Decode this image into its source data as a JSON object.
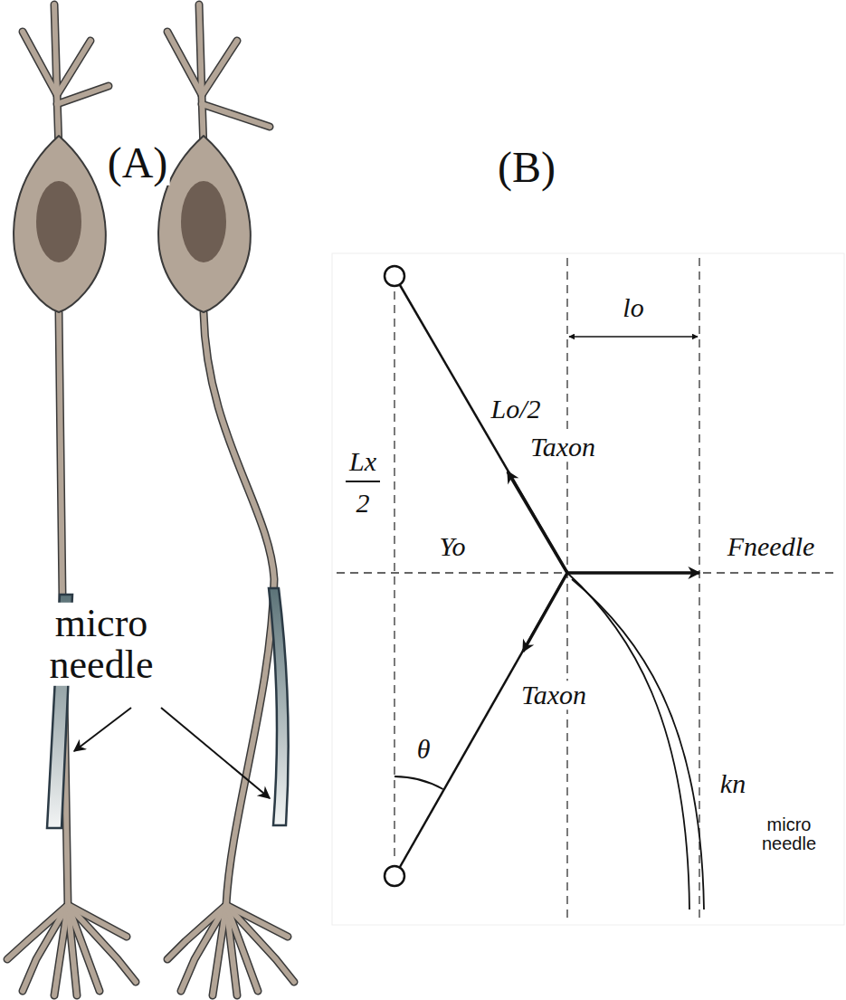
{
  "diagram": {
    "labels": [
      "(A)",
      "micro needle",
      "(B)",
      "lo",
      "Lo/2",
      "Lx",
      "2",
      "Taxon",
      "Yo",
      "Fneedle",
      "Taxon",
      "θ",
      "kn",
      "micro needle"
    ]
  }
}
